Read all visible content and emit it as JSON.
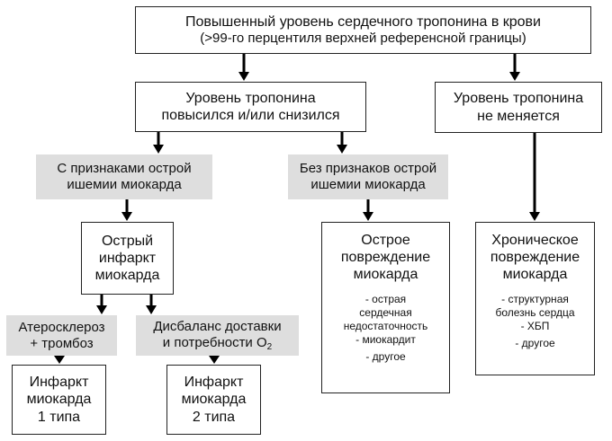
{
  "top": {
    "line1": "Повышенный уровень сердечного тропонина в крови",
    "line2": "(>99-го перцентиля верхней референсной границы)"
  },
  "changed": {
    "line1": "Уровень тропонина",
    "line2": "повысился и/или снизился"
  },
  "unchanged": {
    "line1": "Уровень тропонина",
    "line2": "не меняется"
  },
  "ischemia_yes": {
    "line1": "С признаками острой",
    "line2": "ишемии миокарда"
  },
  "ischemia_no": {
    "line1": "Без признаков острой",
    "line2": "ишемии миокарда"
  },
  "ami": {
    "line1": "Острый",
    "line2": "инфаркт",
    "line3": "миокарда"
  },
  "acute_injury": {
    "line1": "Острое",
    "line2": "повреждение",
    "line3": "миокарда",
    "items": [
      "- острая",
      "сердечная",
      "недостаточность",
      "- миокардит",
      "- другое"
    ]
  },
  "chronic_injury": {
    "line1": "Хроническое",
    "line2": "повреждение",
    "line3": "миокарда",
    "items": [
      "- структурная",
      "болезнь сердца",
      "- ХБП",
      "- другое"
    ]
  },
  "athero": {
    "line1": "Атеросклероз",
    "line2": "+ тромбоз"
  },
  "imbalance": {
    "line1": "Дисбаланс доставки",
    "line2_prefix": "и потребности O",
    "line2_sub": "2"
  },
  "mi1": {
    "line1": "Инфаркт",
    "line2": "миокарда",
    "line3": "1 типа"
  },
  "mi2": {
    "line1": "Инфаркт",
    "line2": "миокарда",
    "line3": "2 типа"
  },
  "colors": {
    "gray_fill": "#dedede",
    "border": "#222222",
    "arrow": "#000000"
  }
}
